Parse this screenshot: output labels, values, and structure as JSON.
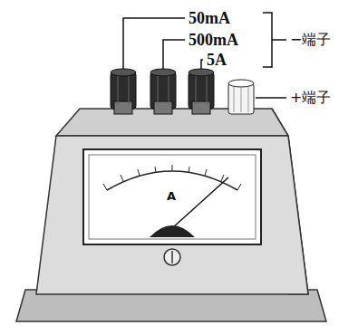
{
  "diagram": {
    "labels": [
      "50mA",
      "500mA",
      "5A",
      "−端子",
      "+端子",
      "A"
    ]
  }
}
